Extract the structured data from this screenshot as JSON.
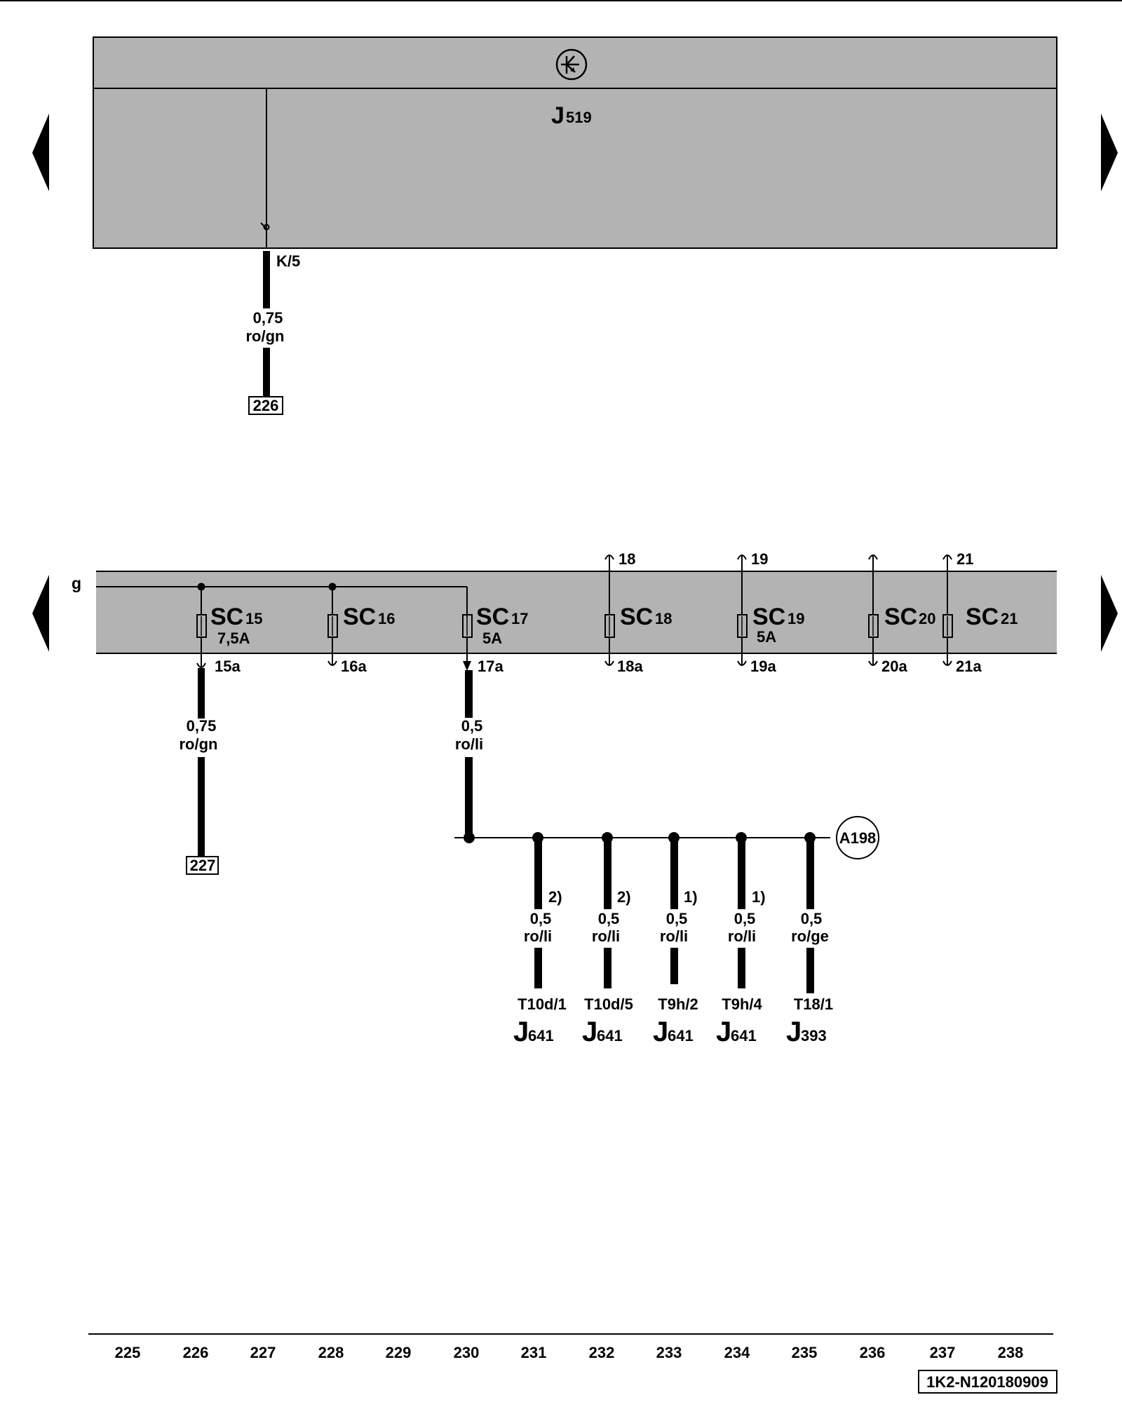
{
  "module": {
    "name": "J",
    "index": "519"
  },
  "top_connection": {
    "pin": "K/5",
    "wire_size": "0,75",
    "wire_color": "ro/gn",
    "ref": "226"
  },
  "fuse_holder": {
    "feed_label": "g",
    "fuses": [
      {
        "code": "SC",
        "index": "15",
        "rating": "7,5A",
        "top_pin": "",
        "bottom_pin": "15a"
      },
      {
        "code": "SC",
        "index": "16",
        "rating": "",
        "top_pin": "",
        "bottom_pin": "16a"
      },
      {
        "code": "SC",
        "index": "17",
        "rating": "5A",
        "top_pin": "",
        "bottom_pin": "17a"
      },
      {
        "code": "SC",
        "index": "18",
        "rating": "",
        "top_pin": "18",
        "bottom_pin": "18a"
      },
      {
        "code": "SC",
        "index": "19",
        "rating": "5A",
        "top_pin": "19",
        "bottom_pin": "19a"
      },
      {
        "code": "SC",
        "index": "20",
        "rating": "",
        "top_pin": "",
        "bottom_pin": "20a"
      },
      {
        "code": "SC",
        "index": "21",
        "rating": "",
        "top_pin": "21",
        "bottom_pin": "21a"
      }
    ]
  },
  "sc15_wire": {
    "wire_size": "0,75",
    "wire_color": "ro/gn",
    "ref": "227"
  },
  "sc17_wire": {
    "wire_size": "0,5",
    "wire_color": "ro/li"
  },
  "splice": {
    "label": "A198"
  },
  "branches": [
    {
      "note": "2)",
      "wire_size": "0,5",
      "wire_color": "ro/li",
      "connector": "T10d/1",
      "component": "J",
      "component_index": "641"
    },
    {
      "note": "2)",
      "wire_size": "0,5",
      "wire_color": "ro/li",
      "connector": "T10d/5",
      "component": "J",
      "component_index": "641"
    },
    {
      "note": "1)",
      "wire_size": "0,5",
      "wire_color": "ro/li",
      "connector": "T9h/2",
      "component": "J",
      "component_index": "641"
    },
    {
      "note": "1)",
      "wire_size": "0,5",
      "wire_color": "ro/li",
      "connector": "T9h/4",
      "component": "J",
      "component_index": "641"
    },
    {
      "note": "",
      "wire_size": "0,5",
      "wire_color": "ro/ge",
      "connector": "T18/1",
      "component": "J",
      "component_index": "393"
    }
  ],
  "ruler": [
    "225",
    "226",
    "227",
    "228",
    "229",
    "230",
    "231",
    "232",
    "233",
    "234",
    "235",
    "236",
    "237",
    "238"
  ],
  "doc_code": "1K2-N120180909",
  "colors": {
    "panel": "#b3b3b3",
    "line": "#000000",
    "background": "#ffffff"
  }
}
